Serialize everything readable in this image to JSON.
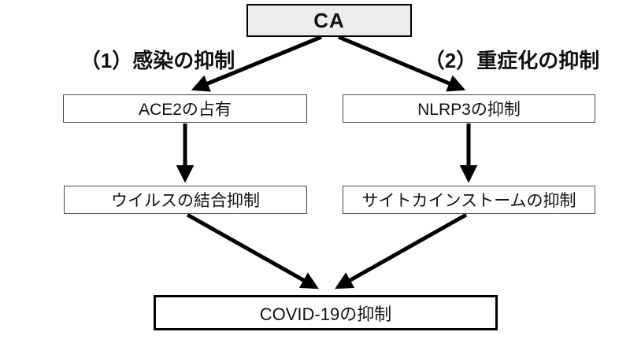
{
  "diagram": {
    "root_label": "CA",
    "branch_left_label": "（1）感染の抑制",
    "branch_right_label": "（2）重症化の抑制",
    "node_ace2": "ACE2の占有",
    "node_nlrp3": "NLRP3の抑制",
    "node_virus": "ウイルスの結合抑制",
    "node_cytokine": "サイトカインストームの抑制",
    "node_covid": "COVID-19の抑制",
    "colors": {
      "background": "#ffffff",
      "root_fill": "#ececec",
      "node_fill": "#ffffff",
      "line": "#000000"
    }
  }
}
